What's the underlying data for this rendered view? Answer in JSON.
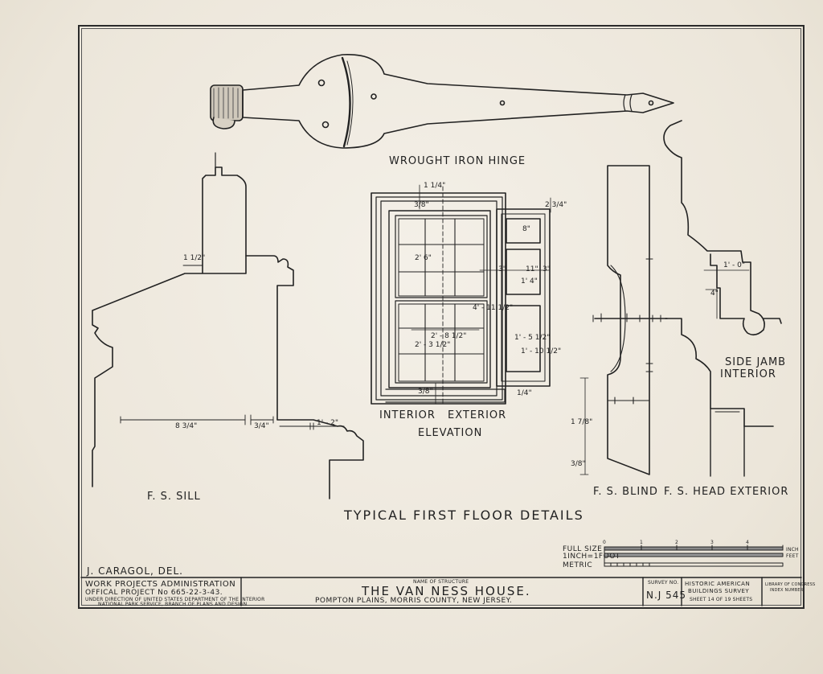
{
  "drawing": {
    "hinge_label": "WROUGHT IRON HINGE",
    "sill_label": "F. S. SILL",
    "elevation_interior": "INTERIOR",
    "elevation_exterior": "EXTERIOR",
    "elevation_label": "ELEVATION",
    "blind_label": "F. S. BLIND",
    "head_label": "F. S. HEAD EXTERIOR",
    "side_jamb_line1": "SIDE JAMB",
    "side_jamb_line2": "INTERIOR",
    "sheet_caption": "TYPICAL FIRST FLOOR DETAILS",
    "delineator": "J. CARAGOL, DEL."
  },
  "dimensions": {
    "sill_833": "8 3/4\"",
    "sill_34": "3/4\"",
    "sill_12": "1' - 2\"",
    "sill_15": "1 1/2\"",
    "elev_114": "1 1/4\"",
    "elev_38": "3/8\"",
    "elev_234": "2 3/4\"",
    "elev_26": "2' 6\"",
    "elev_8": "8\"",
    "elev_3a": "3\"",
    "elev_11": "11\"",
    "elev_3b": "3\"",
    "elev_1f4": "1' 4\"",
    "elev_412": "4' - 11 1/2\"",
    "elev_2812": "2' - 8 1/2\"",
    "elev_2312": "2' - 3 1/2\"",
    "elev_1512": "1' - 5 1/2\"",
    "elev_11012": "1' - 10 1/2\"",
    "elev_38b": "3/8\"",
    "elev_14b": "1/4\"",
    "blind_178": "1 7/8\"",
    "blind_38": "3/8\"",
    "head_10": "1' - 0\"",
    "head_4": "4\""
  },
  "scale": {
    "full_size": "FULL SIZE",
    "inch_foot": "1INCH=1FOOT",
    "metric": "METRIC",
    "ticks": [
      "0",
      "1",
      "2",
      "3",
      "4"
    ],
    "inch_unit": "INCH",
    "feet_unit": "FEET"
  },
  "title_block": {
    "wpa_line1": "WORK PROJECTS ADMINISTRATION",
    "wpa_line2": "OFFICAL PROJECT No 665-22-3-43.",
    "wpa_line3": "UNDER DIRECTION OF UNITED STATES DEPARTMENT OF THE INTERIOR",
    "wpa_line4": "NATIONAL PARK SERVICE, BRANCH OF PLANS AND DESIGN",
    "name_caption": "NAME OF STRUCTURE",
    "structure_name": "THE VAN NESS HOUSE.",
    "location": "POMPTON PLAINS,   MORRIS COUNTY,   NEW JERSEY.",
    "survey_caption": "SURVEY NO.",
    "survey_no": "N.J 545",
    "habs_line1": "HISTORIC AMERICAN",
    "habs_line2": "BUILDINGS SURVEY",
    "sheet_text": "SHEET 14 OF 19 SHEETS",
    "library_line1": "LIBRARY OF CONGRESS",
    "library_line2": "INDEX NUMBER"
  }
}
